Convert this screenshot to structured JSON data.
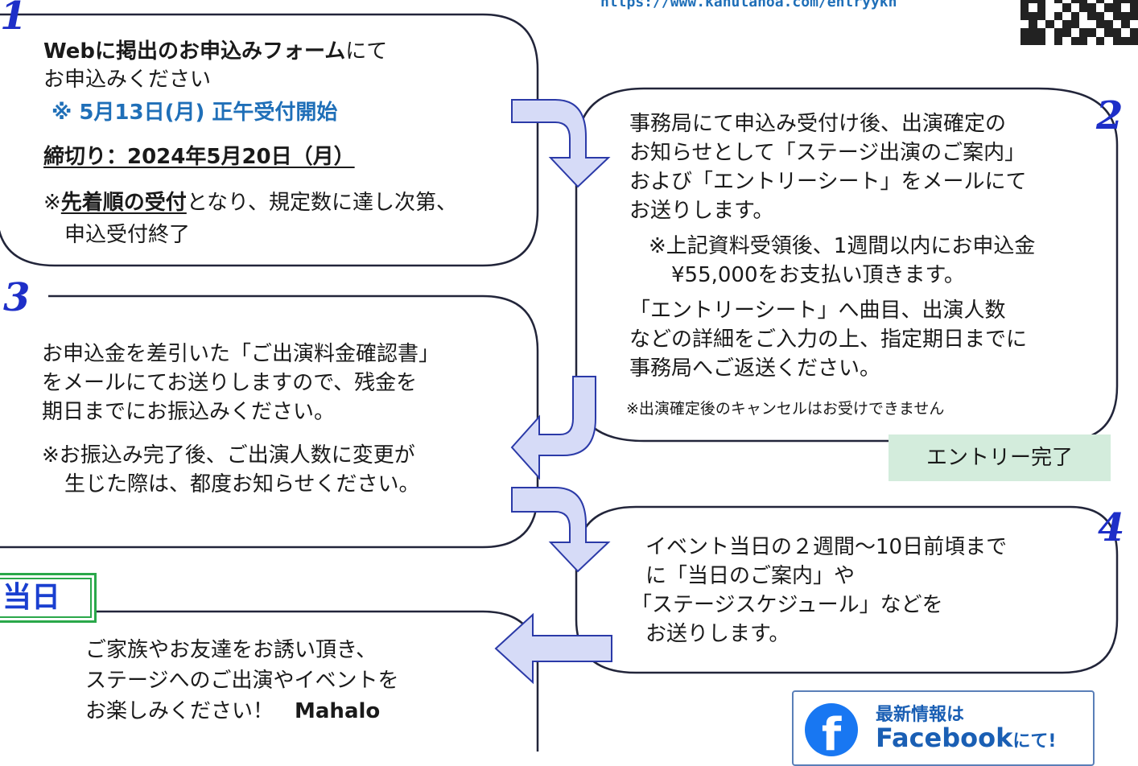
{
  "header": {
    "url": "https://www.kahulahoa.com/entryykh"
  },
  "step1": {
    "number": "1",
    "line1_bold": "Webに掲出のお申込みフォーム",
    "line1_rest": "にて",
    "line2": "お申込みください",
    "notice": "※ 5月13日(月) 正午受付開始",
    "deadline": "締切り：2024年5月20日（月）",
    "note_prefix": "※",
    "note_bold": "先着順の受付",
    "note_rest": "となり、規定数に達し次第、",
    "note_line2": "申込受付終了"
  },
  "step2": {
    "number": "2",
    "p1": [
      "事務局にて申込み受付け後、出演確定の",
      "お知らせとして「ステージ出演のご案内」",
      "および「エントリーシート」をメールにて",
      "お送りします。"
    ],
    "p2": [
      "※上記資料受領後、1週間以内にお申込金",
      "¥55,000をお支払い頂きます。"
    ],
    "p3": [
      "「エントリーシート」へ曲目、出演人数",
      "などの詳細をご入力の上、指定期日までに",
      "事務局へご返送ください。"
    ],
    "cancel_note": "※出演確定後のキャンセルはお受けできません"
  },
  "entry_complete": "エントリー完了",
  "step3": {
    "number": "3",
    "p1": [
      "お申込金を差引いた「ご出演料金確認書」",
      "をメールにてお送りしますので、残金を",
      "期日までにお振込みください。"
    ],
    "p2": [
      "※お振込み完了後、ご出演人数に変更が",
      "生じた際は、都度お知らせください。"
    ]
  },
  "step4": {
    "number": "4",
    "lines": [
      "イベント当日の２週間〜10日前頃まで",
      "に「当日のご案内」や",
      "「ステージスケジュール」などを",
      "お送りします。"
    ]
  },
  "today": {
    "label": "当日",
    "lines": [
      "ご家族やお友達をお誘い頂き、",
      "ステージへのご出演やイベントを",
      "お楽しみください！"
    ],
    "signoff": "Mahalo"
  },
  "facebook": {
    "icon": "facebook-icon",
    "line1": "最新情報は",
    "line2": "Facebook",
    "line2_suffix": "にて!"
  },
  "colors": {
    "step_number": "#1e2fc8",
    "accent_blue": "#1f6fb8",
    "arrow_fill": "#d6dbf7",
    "arrow_stroke": "#2b3aa8",
    "badge_bg": "#d3ecdc",
    "today_border": "#2aa84a"
  }
}
